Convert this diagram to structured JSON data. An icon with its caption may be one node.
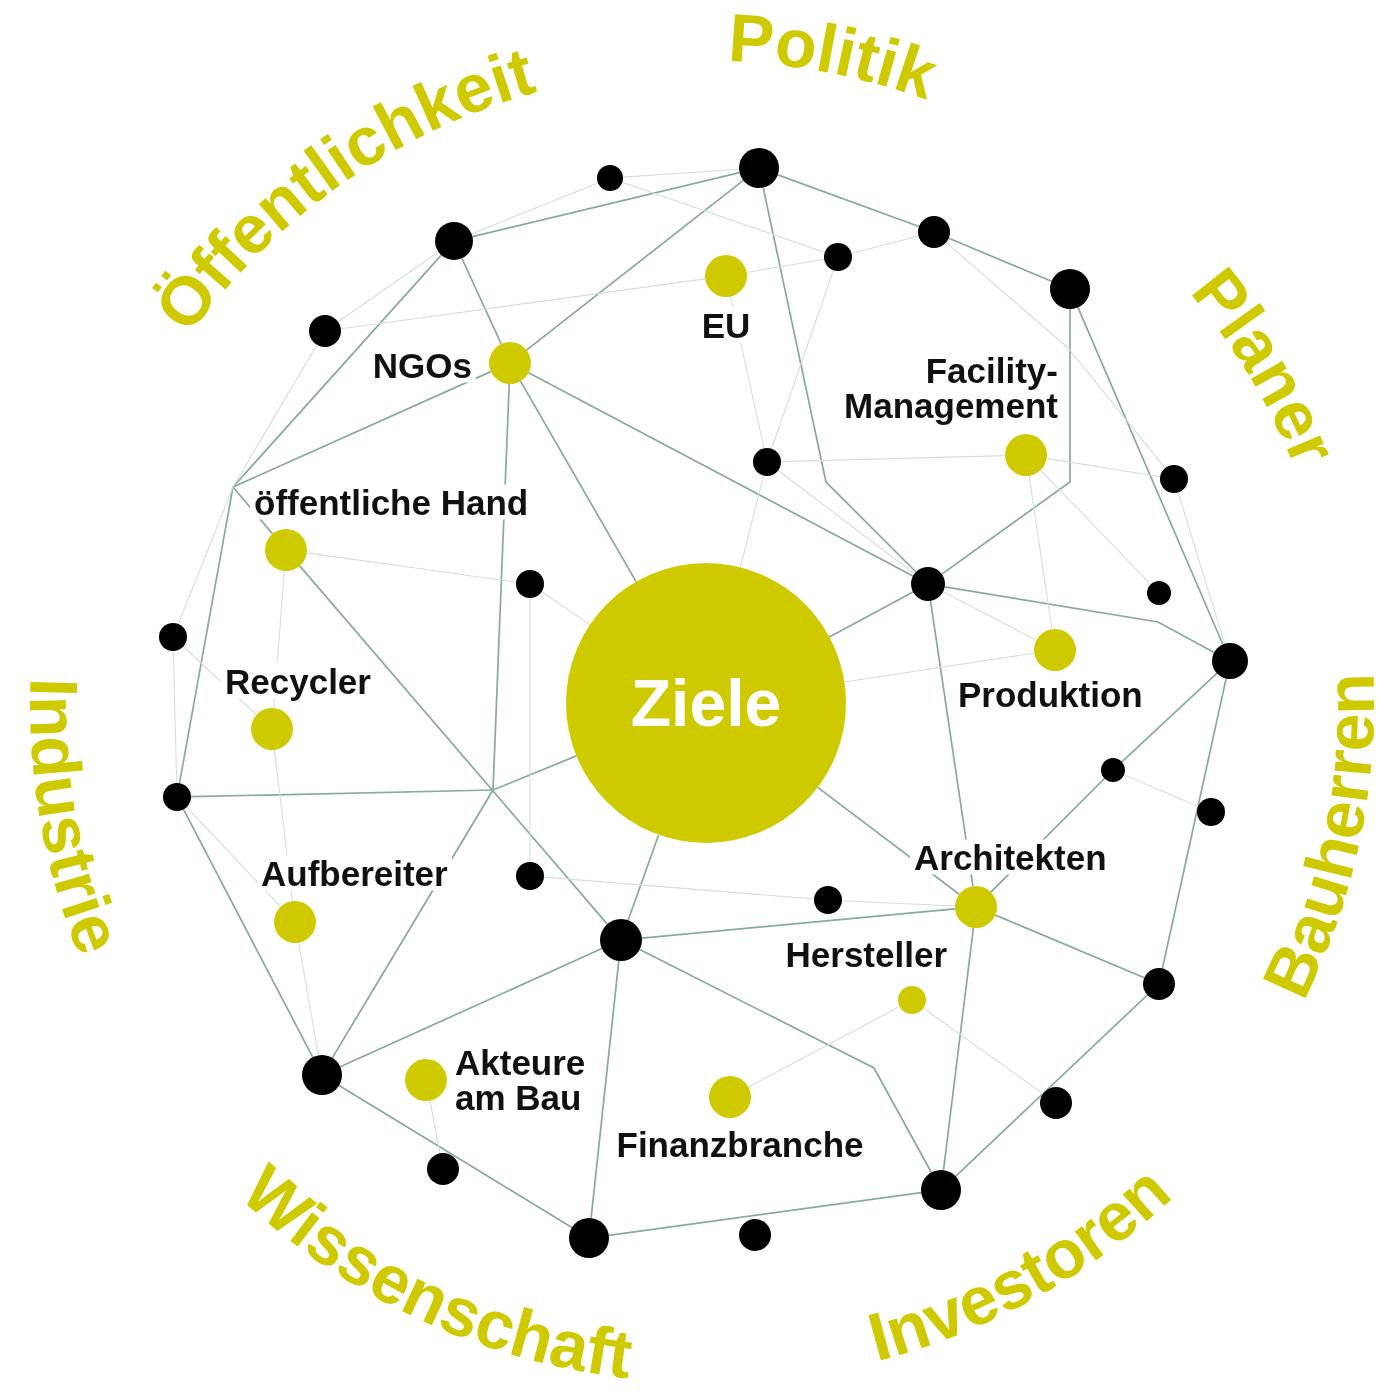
{
  "diagram": {
    "nodes": [
      {
        "text": [],
        "shape": "circle"
      },
      {
        "text": [],
        "shape": "circle"
      },
      {
        "text": [],
        "shape": "circle"
      },
      {
        "text": [],
        "shape": "circle"
      },
      {
        "text": [],
        "shape": "circle"
      },
      {
        "text": [
          "EU"
        ]
      },
      {
        "text": [],
        "shape": "circle"
      },
      {
        "text": [],
        "shape": "circle"
      },
      {
        "text": [
          "NGOs"
        ]
      },
      {
        "text": [
          "Facility- Management"
        ]
      },
      {
        "text": [],
        "shape": "circle"
      },
      {
        "text": [],
        "shape": "circle"
      },
      {
        "text": [
          "öffentliche Hand"
        ]
      },
      {
        "text": [],
        "shape": "circle"
      },
      {
        "text": [],
        "shape": "circle"
      },
      {
        "text": [],
        "shape": "circle"
      },
      {
        "text": [],
        "shape": "circle"
      },
      {
        "text": [
          "Produktion"
        ]
      },
      {
        "text": [],
        "shape": "circle"
      },
      {
        "text": [
          "Ziele"
        ]
      },
      {
        "text": [
          "Recycler"
        ]
      },
      {
        "text": [],
        "shape": "circle"
      },
      {
        "text": [],
        "shape": "circle"
      },
      {
        "text": [],
        "shape": "circle"
      },
      {
        "text": [],
        "shape": "circle"
      },
      {
        "text": [],
        "shape": "circle"
      },
      {
        "text": [
          "Architekten"
        ]
      },
      {
        "text": [
          "Aufbereiter"
        ]
      },
      {
        "text": [],
        "shape": "circle"
      },
      {
        "text": [],
        "shape": "circle"
      },
      {
        "text": [
          "Akteure am Bau"
        ]
      },
      {
        "text": [
          "Hersteller"
        ]
      },
      {
        "text": [],
        "shape": "circle"
      },
      {
        "text": [
          "Finanzbranche"
        ]
      },
      {
        "text": [],
        "shape": "circle"
      },
      {
        "text": [],
        "shape": "circle"
      },
      {
        "text": [],
        "shape": "circle"
      },
      {
        "text": [],
        "shape": "circle"
      },
      {
        "text": [],
        "shape": "circle"
      }
    ],
    "edges": [
      {
        "from": 3,
        "to": 0,
        "arrow": "none"
      },
      {
        "from": 3,
        "to": null,
        "arrow": "none"
      },
      {
        "from": 3,
        "to": 8,
        "arrow": "none"
      },
      {
        "from": 8,
        "to": 0,
        "arrow": "none"
      },
      {
        "from": 8,
        "to": null,
        "arrow": "none"
      },
      {
        "from": 8,
        "to": null,
        "arrow": "none"
      },
      {
        "from": 8,
        "to": 19,
        "arrow": "none"
      },
      {
        "from": 8,
        "to": 14,
        "arrow": "none"
      },
      {
        "from": 12,
        "to": null,
        "arrow": "none"
      },
      {
        "from": 12,
        "to": 28,
        "arrow": "none"
      },
      {
        "from": 22,
        "to": null,
        "arrow": "none"
      },
      {
        "from": 0,
        "to": 2,
        "arrow": "none"
      },
      {
        "from": 2,
        "to": 6,
        "arrow": "none"
      },
      {
        "from": 0,
        "to": 14,
        "arrow": "none"
      },
      {
        "from": 6,
        "to": 14,
        "arrow": "none"
      },
      {
        "from": 6,
        "to": 18,
        "arrow": "none"
      },
      {
        "from": 14,
        "to": 18,
        "arrow": "none"
      },
      {
        "from": 14,
        "to": 19,
        "arrow": "none"
      },
      {
        "from": 14,
        "to": 26,
        "arrow": "none"
      },
      {
        "from": 18,
        "to": 21,
        "arrow": "none"
      },
      {
        "from": 21,
        "to": 26,
        "arrow": "none"
      },
      {
        "from": 18,
        "to": 29,
        "arrow": "none"
      },
      {
        "from": 26,
        "to": 29,
        "arrow": "none"
      },
      {
        "from": 26,
        "to": 19,
        "arrow": "none"
      },
      {
        "from": 26,
        "to": 28,
        "arrow": "none"
      },
      {
        "from": 26,
        "to": 36,
        "arrow": "none"
      },
      {
        "from": 29,
        "to": 36,
        "arrow": "none"
      },
      {
        "from": 36,
        "to": 28,
        "arrow": "none"
      },
      {
        "from": 36,
        "to": 38,
        "arrow": "none"
      },
      {
        "from": 22,
        "to": null,
        "arrow": "none"
      },
      {
        "from": 19,
        "to": null,
        "arrow": "none"
      },
      {
        "from": 32,
        "to": null,
        "arrow": "none"
      },
      {
        "from": 22,
        "to": 32,
        "arrow": "none"
      },
      {
        "from": 32,
        "to": 28,
        "arrow": "none"
      },
      {
        "from": 32,
        "to": 38,
        "arrow": "none"
      },
      {
        "from": 28,
        "to": 19,
        "arrow": "none"
      },
      {
        "from": 28,
        "to": 38,
        "arrow": "none"
      },
      {
        "from": 1,
        "to": 0,
        "arrow": "none",
        "color": "#d4dfdb"
      },
      {
        "from": 3,
        "to": 1,
        "arrow": "none",
        "color": "#d4dfdb"
      },
      {
        "from": 3,
        "to": 7,
        "arrow": "none",
        "color": "#d4dfdb"
      },
      {
        "from": 7,
        "to": 5,
        "arrow": "none",
        "color": "#d4dfdb"
      },
      {
        "from": 7,
        "to": null,
        "arrow": "none",
        "color": "#d4dfdb"
      },
      {
        "from": 16,
        "to": null,
        "arrow": "none",
        "color": "#d4dfdb"
      },
      {
        "from": 12,
        "to": 13,
        "arrow": "none",
        "color": "#d4dfdb"
      },
      {
        "from": 12,
        "to": 20,
        "arrow": "none",
        "color": "#d4dfdb"
      },
      {
        "from": 13,
        "to": 19,
        "arrow": "none",
        "color": "#d4dfdb"
      },
      {
        "from": 1,
        "to": 4,
        "arrow": "none",
        "color": "#d4dfdb"
      },
      {
        "from": 4,
        "to": 2,
        "arrow": "none",
        "color": "#d4dfdb"
      },
      {
        "from": 5,
        "to": 4,
        "arrow": "none",
        "color": "#d4dfdb"
      },
      {
        "from": 4,
        "to": 10,
        "arrow": "none",
        "color": "#d4dfdb"
      },
      {
        "from": 2,
        "to": 11,
        "arrow": "none",
        "color": "#d4dfdb"
      },
      {
        "from": 10,
        "to": 9,
        "arrow": "none",
        "color": "#d4dfdb"
      },
      {
        "from": 9,
        "to": 11,
        "arrow": "none",
        "color": "#d4dfdb"
      },
      {
        "from": 9,
        "to": 15,
        "arrow": "none",
        "color": "#d4dfdb"
      },
      {
        "from": 9,
        "to": 17,
        "arrow": "none",
        "color": "#d4dfdb"
      },
      {
        "from": 10,
        "to": 14,
        "arrow": "none",
        "color": "#d4dfdb"
      },
      {
        "from": 10,
        "to": 19,
        "arrow": "none",
        "color": "#d4dfdb"
      },
      {
        "from": 5,
        "to": 10,
        "arrow": "none",
        "color": "#d4dfdb"
      },
      {
        "from": 14,
        "to": 17,
        "arrow": "none",
        "color": "#d4dfdb"
      },
      {
        "from": 19,
        "to": 17,
        "arrow": "none",
        "color": "#d4dfdb"
      },
      {
        "from": 21,
        "to": 23,
        "arrow": "none",
        "color": "#d4dfdb"
      },
      {
        "from": 25,
        "to": 26,
        "arrow": "none",
        "color": "#d4dfdb"
      },
      {
        "from": 24,
        "to": 25,
        "arrow": "none",
        "color": "#d4dfdb"
      },
      {
        "from": 31,
        "to": 34,
        "arrow": "none",
        "color": "#d4dfdb"
      },
      {
        "from": 31,
        "to": 33,
        "arrow": "none",
        "color": "#d4dfdb"
      },
      {
        "from": 16,
        "to": 22,
        "arrow": "none",
        "color": "#d4dfdb"
      },
      {
        "from": 20,
        "to": 16,
        "arrow": "none",
        "color": "#d4dfdb"
      },
      {
        "from": 20,
        "to": 27,
        "arrow": "none",
        "color": "#d4dfdb"
      },
      {
        "from": 27,
        "to": 32,
        "arrow": "none",
        "color": "#d4dfdb"
      },
      {
        "from": 27,
        "to": 22,
        "arrow": "none",
        "color": "#d4dfdb"
      },
      {
        "from": 30,
        "to": 35,
        "arrow": "none",
        "color": "#d4dfdb"
      },
      {
        "from": 13,
        "to": 24,
        "arrow": "none",
        "color": "#d4dfdb"
      },
      {
        "from": 11,
        "to": 18,
        "arrow": "none",
        "color": "#d4dfdb"
      }
    ],
    "labels": [
      "Politik",
      "Öffentlichkeit",
      "Planer",
      "Industrie",
      "Bauherren",
      "Wissenschaft",
      "Investoren"
    ]
  }
}
